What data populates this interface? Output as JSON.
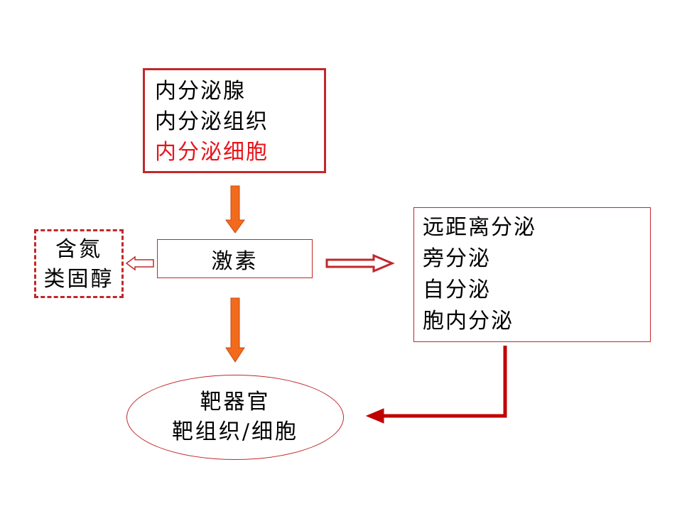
{
  "source": {
    "lines": [
      "内分泌腺",
      "内分泌组织"
    ],
    "highlight": "内分泌细胞"
  },
  "hormone": {
    "label": "激素"
  },
  "classes": {
    "lines": [
      "含氮",
      "类固醇"
    ]
  },
  "modes": {
    "lines": [
      "远距离分泌",
      "旁分泌",
      "自分泌",
      "胞内分泌"
    ]
  },
  "target": {
    "lines": [
      "靶器官",
      "靶组织/细胞"
    ]
  },
  "colors": {
    "frame": "#c0282b",
    "arrow_fill": "#f26a1b",
    "arrow_stroke": "#c84a10",
    "dark_arrow": "#c00000",
    "highlight": "#e8141b"
  }
}
